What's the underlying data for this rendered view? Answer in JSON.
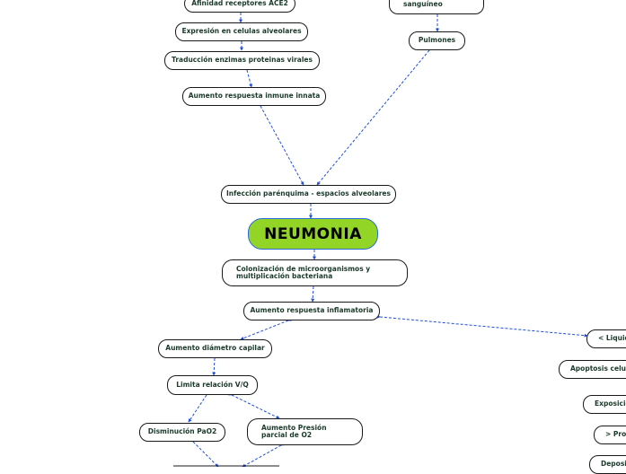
{
  "root": {
    "label": "NEUMONIA"
  },
  "colors": {
    "root_fill": "#93d527",
    "root_border": "#2a6bd8",
    "link": "#1f4fd8",
    "text": "#1b3a2a"
  },
  "nodes": {
    "afinidad": "Afinidad receptores ACE2",
    "expresion": "Expresión en celulas alveolares",
    "traduccion": "Traducción enzimas proteinas virales",
    "inmune": "Aumento respuesta inmune innata",
    "sanguineo": "sanguíneo",
    "pulmones": "Pulmones",
    "infeccion": "Infección parénquima - espacios alveolares",
    "colonizacion": "Colonización de microorganismos y multiplicación bacteriana",
    "inflamatoria": "Aumento respuesta inflamatoria",
    "diametro": "Aumento diámetro capilar",
    "limita": "Limita relación V/Q",
    "pao2": "Disminución PaO2",
    "presion": "Aumento Presión parcial de O2",
    "liquido": "< Liquid",
    "apoptosis": "Apoptosis celula",
    "exposicion": "Exposició",
    "prod": "> Prod",
    "deposi": "Deposi"
  }
}
